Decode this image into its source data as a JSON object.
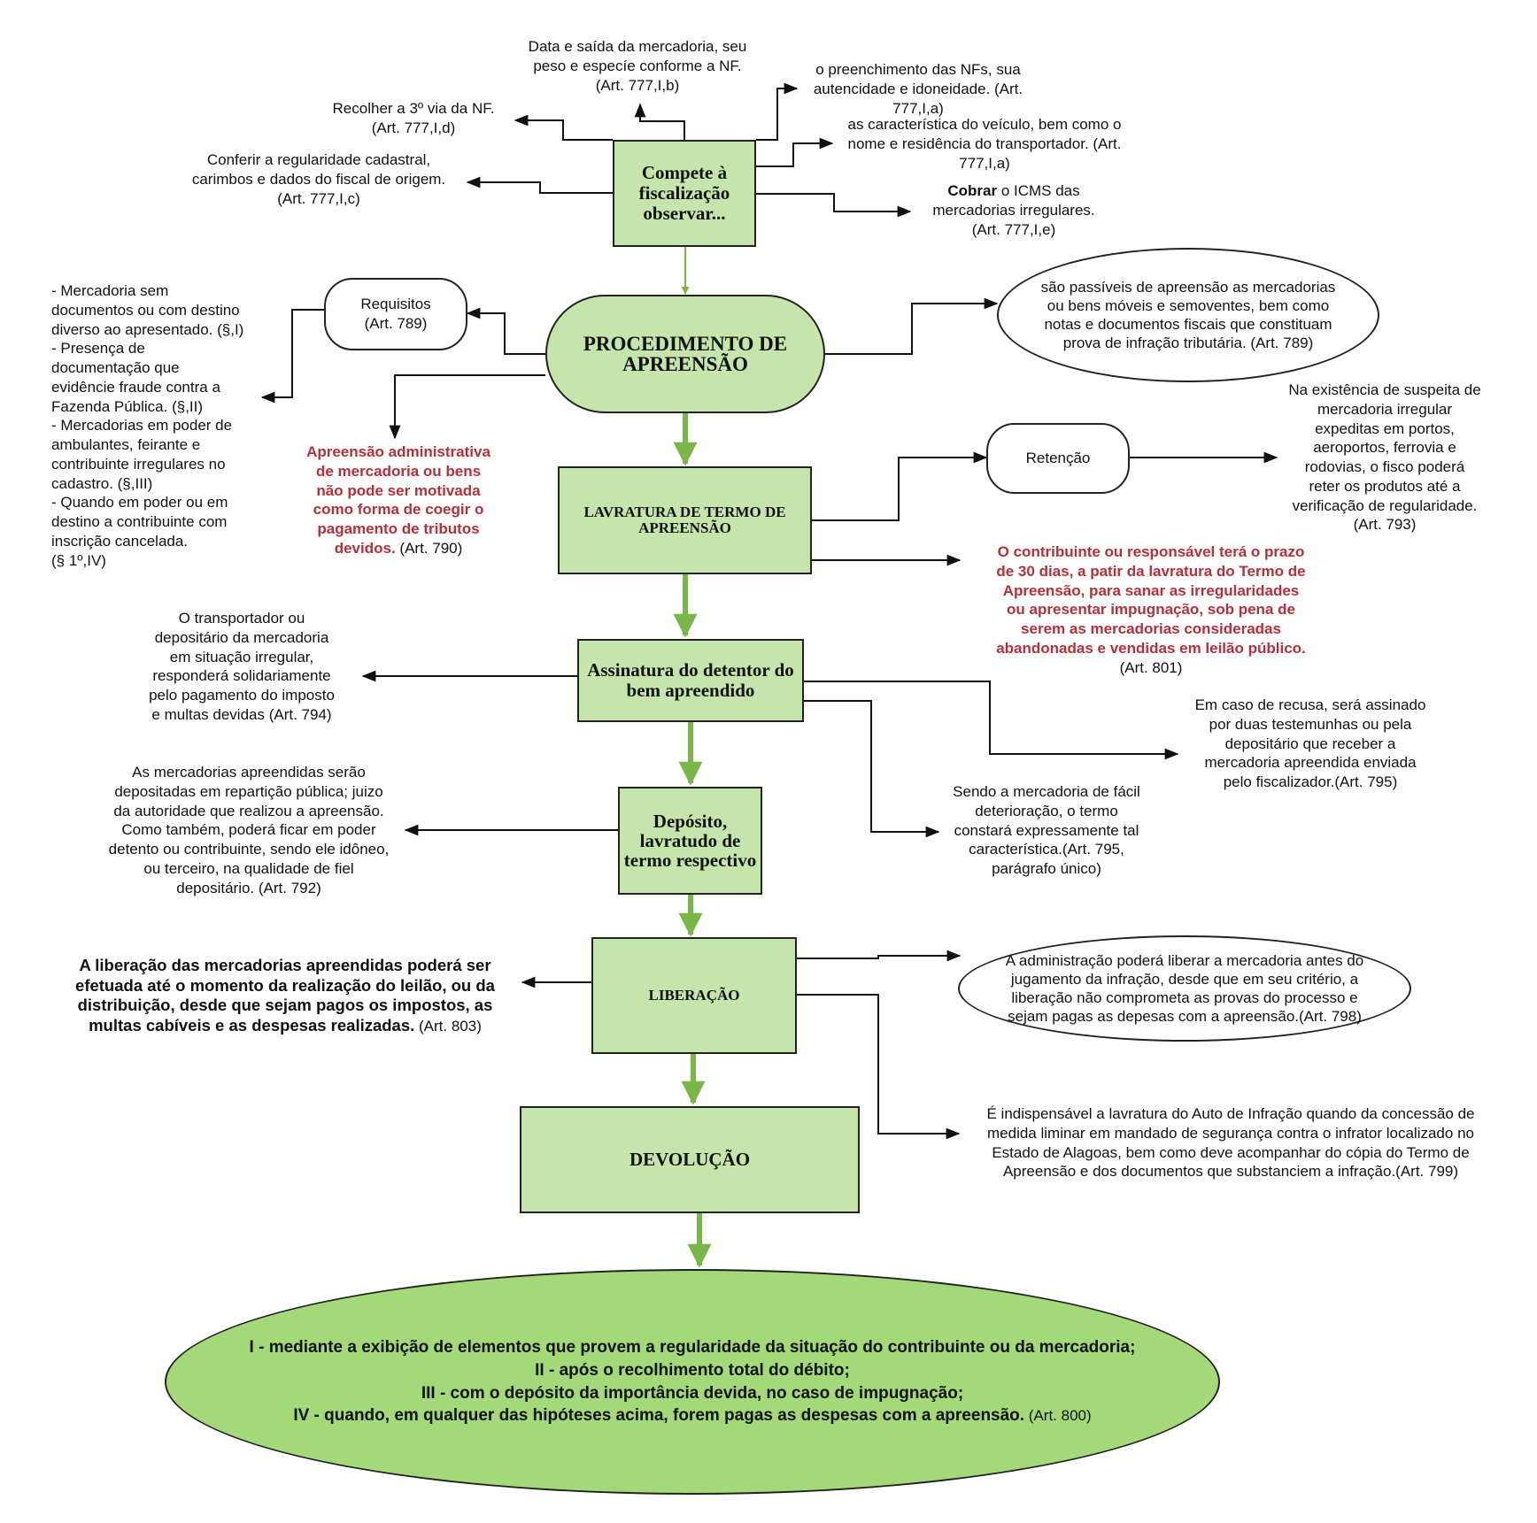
{
  "nodes": {
    "compete": "Compete à fiscalização observar...",
    "procedimento": "PROCEDIMENTO DE APREENSÃO",
    "lavratura": "LAVRATURA DE TERMO DE APREENSÃO",
    "assinatura": "Assinatura do detentor do bem apreendido",
    "deposito": "Depósito, lavratudo de termo respectivo",
    "liberacao": "LIBERAÇÃO",
    "devolucao": "DEVOLUÇÃO",
    "requisitos": "Requisitos\n(Art. 789)",
    "retencao": "Retenção"
  },
  "compete_items": {
    "data_saida": "Data e saída da mercadoria, seu\npeso e especíe conforme a NF.\n(Art. 777,I,b)",
    "recolher": "Recolher a 3º via da NF.\n(Art. 777,I,d)",
    "conferir": "Conferir a regularidade cadastral,\ncarimbos e dados do fiscal de origem.\n(Art. 777,I,c)",
    "preenchimento": "o preenchimento das NFs, sua\nautencidade e idoneidade. (Art.\n777,I,a)",
    "caracteristica": "as característica do veículo, bem como o\nnome e residência do transportador. (Art.\n777,I,a)",
    "cobrar_bold": "Cobrar",
    "cobrar_rest": " o ICMS das\nmercadorias irregulares.\n(Art. 777,I,e)"
  },
  "procedimento_items": {
    "requisitos_list": "- Mercadoria sem\ndocumentos ou com destino\ndiverso ao apresentado. (§,I)\n- Presença de\ndocumentação que\nevidêncie fraude contra a\nFazenda Pública. (§,II)\n- Mercadorias em poder de\nambulantes, feirante e\ncontribuinte irregulares no\ncadastro. (§,III)\n- Quando em poder ou em\ndestino a contribuinte com\ninscrição cancelada.\n(§ 1º,IV)",
    "passiveis": "são passíveis de apreensão as mercadorias ou bens móveis e semoventes, bem como notas e documentos fiscais que constituam prova de infração tributária. (Art. 789)",
    "apreensao_admin_red": "Apreensão administrativa\nde mercadoria ou bens\nnão pode ser motivada\ncomo forma de coegir o\npagamento de tributos\ndevidos.",
    "apreensao_admin_art": " (Art. 790)"
  },
  "lavratura_items": {
    "suspeita": "Na existência de suspeita de\nmercadoria irregular\nexpeditas em portos,\naeroportos, ferrovia e\nrodovias, o fisco poderá\nreter os produtos até a\nverificação de regularidade.\n(Art. 793)",
    "prazo_red": "O contribuinte ou responsável terá o prazo\nde 30 dias, a patir da lavratura do Termo de\nApreensão, para sanar as irregularidades\nou apresentar impugnação, sob pena de\nserem as mercadorias consideradas\nabandonadas e vendidas em leilão público.",
    "prazo_art": "(Art. 801)"
  },
  "assinatura_items": {
    "transportador": "O transportador ou\ndepositário da mercadoria\nem situação irregular,\nresponderá solidariamente\npelo pagamento do imposto\ne multas devidas (Art. 794)",
    "recusa": "Em caso de recusa, será assinado\npor duas testemunhas ou pela\ndepositário que receber a\nmercadoria apreendida enviada\npelo fiscalizador.(Art. 795)",
    "deterioracao": "Sendo a mercadoria de fácil\ndeterioração, o termo\nconstará expressamente tal\ncaracterística.(Art. 795,\nparágrafo único)"
  },
  "deposito_items": {
    "depositadas": "As mercadorias apreendidas serão\ndepositadas em repartição pública; juizo\nda autoridade que realizou a apreensão.\nComo também, poderá ficar em poder\ndetento ou contribuinte, sendo ele idôneo,\nou terceiro, na qualidade de fiel\ndepositário. (Art. 792)"
  },
  "liberacao_items": {
    "leilao_bold": "A liberação das mercadorias apreendidas poderá ser\nefetuada até o momento da realização do leilão, ou da\ndistribuição, desde que sejam pagos os impostos, as\nmultas cabíveis e as despesas realizadas.",
    "leilao_art": " (Art. 803)",
    "administracao": "A administração poderá liberar a mercadoria antes do jugamento da infração, desde que em seu critério, a liberação não comprometa as provas do processo e sejam pagas as depesas com a apreensão.(Art. 798)",
    "auto_infracao": "É indispensável a lavratura do Auto de Infração quando da concessão de\nmedida liminar em mandado de segurança contra o infrator localizado no\nEstado de Alagoas, bem como deve acompanhar do cópia do Termo de\nApreensão e dos documentos que substanciem a infração.(Art. 799)"
  },
  "final": {
    "line1": "I - mediante a exibição de elementos que provem a regularidade da situação do contribuinte ou da mercadoria;",
    "line2": "II - após o recolhimento total do débito;",
    "line3": "III - com o depósito da importância devida, no caso de impugnação;",
    "line4": "IV - quando, em qualquer das hipóteses acima, forem pagas as despesas com a apreensão.",
    "line4_art": " (Art. 800)"
  },
  "colors": {
    "box_fill": "#c6e5ac",
    "final_fill": "#a4d97a",
    "green_arrow": "#7ab648",
    "red_text": "#b5303a"
  }
}
